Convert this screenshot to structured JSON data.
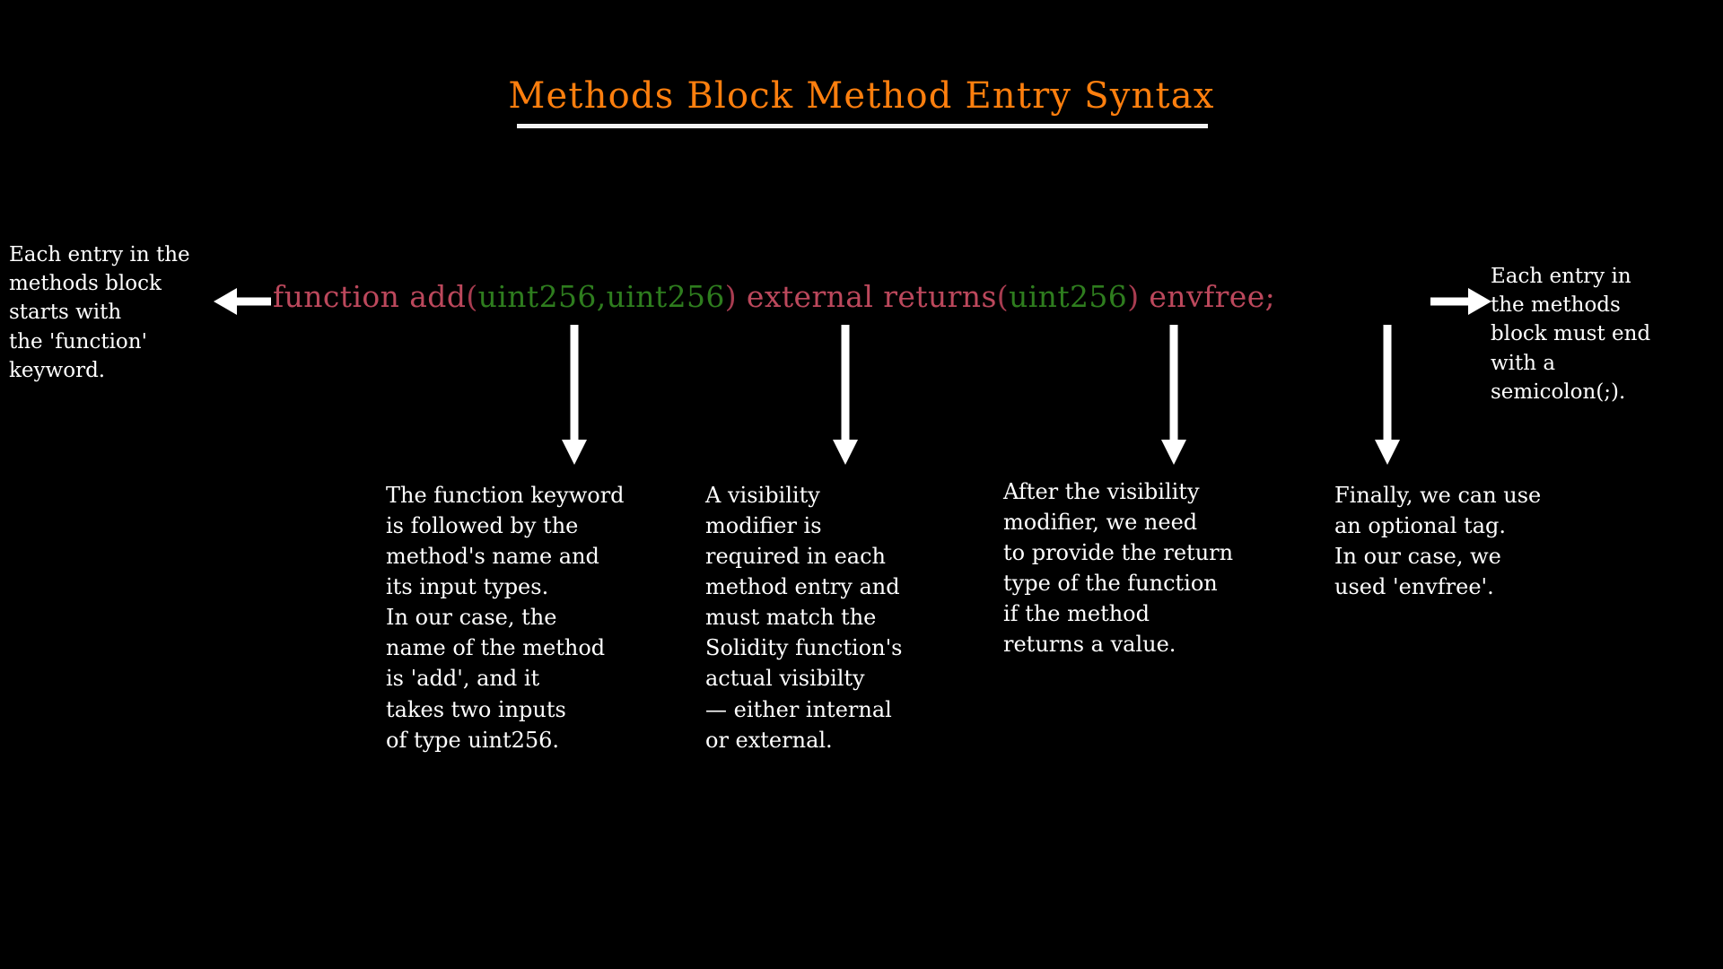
{
  "page": {
    "background_color": "#000000",
    "title": "Methods Block Method Entry Syntax",
    "title_color": "#ff7f0e",
    "underline_color": "#f2f2f2",
    "text_color": "#ffffff"
  },
  "code": {
    "full_text": "function add(uint256,uint256) external returns(uint256) envfree;",
    "keyword_color": "#bc485c",
    "type_color": "#2e7d1e",
    "tokens": [
      {
        "text": "function ",
        "role": "keyword",
        "color": "#bc485c"
      },
      {
        "text": "add",
        "role": "method-name",
        "color": "#bc485c"
      },
      {
        "text": "(",
        "role": "punctuation",
        "color": "#a83c50"
      },
      {
        "text": "uint256",
        "role": "type",
        "color": "#2e7d1e"
      },
      {
        "text": ",",
        "role": "punctuation",
        "color": "#2e7d1e"
      },
      {
        "text": "uint256",
        "role": "type",
        "color": "#2e7d1e"
      },
      {
        "text": ")",
        "role": "punctuation",
        "color": "#a83c50"
      },
      {
        "text": " external ",
        "role": "keyword",
        "color": "#bc485c"
      },
      {
        "text": "returns",
        "role": "keyword",
        "color": "#bc485c"
      },
      {
        "text": "(",
        "role": "punctuation",
        "color": "#a83c50"
      },
      {
        "text": "uint256",
        "role": "type",
        "color": "#2e7d1e"
      },
      {
        "text": ")",
        "role": "punctuation",
        "color": "#a83c50"
      },
      {
        "text": " envfree",
        "role": "tag",
        "color": "#bc485c"
      },
      {
        "text": ";",
        "role": "punctuation",
        "color": "#bc485c"
      }
    ]
  },
  "annotations": {
    "left": "Each entry in the\nmethods block\nstarts with\nthe 'function'\n keyword.",
    "right": "Each entry in\nthe methods\nblock must end\nwith a\nsemicolon(;).",
    "column1": "The function keyword\nis followed by the\nmethod's name and\nits input types.\nIn our case, the\nname of the method\nis 'add', and it\ntakes two inputs\nof type uint256.",
    "column2": "A visibility\nmodifier is\nrequired in each\nmethod entry and\nmust match the\nSolidity function's\nactual visibilty\n — either internal\nor external.",
    "column3": "After the visibility\nmodifier, we need\nto provide the return\ntype of the function\nif the method\nreturns a value.",
    "column4": "Finally, we can use\nan optional tag.\nIn our case, we\nused 'envfree'."
  },
  "arrows": {
    "left_arrow": "arrow-left-icon",
    "right_arrow": "arrow-right-icon",
    "down_arrow_1": "arrow-down-icon",
    "down_arrow_2": "arrow-down-icon",
    "down_arrow_3": "arrow-down-icon",
    "down_arrow_4": "arrow-down-icon",
    "color": "#ffffff"
  }
}
